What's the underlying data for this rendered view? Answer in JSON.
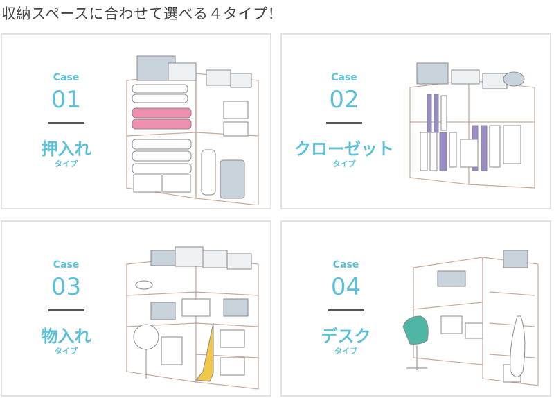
{
  "heading": "収納スペースに合わせて選べる４タイプ！",
  "cards": [
    {
      "case_label": "Case",
      "number": "01",
      "name": "押入れ",
      "sub": "タイプ",
      "illustration": "futon-closet-illustration"
    },
    {
      "case_label": "Case",
      "number": "02",
      "name": "クローゼット",
      "sub": "タイプ",
      "illustration": "wardrobe-closet-illustration"
    },
    {
      "case_label": "Case",
      "number": "03",
      "name": "物入れ",
      "sub": "タイプ",
      "illustration": "storage-room-illustration"
    },
    {
      "case_label": "Case",
      "number": "04",
      "name": "デスク",
      "sub": "タイプ",
      "illustration": "desk-area-illustration"
    }
  ],
  "colors": {
    "accent": "#5ec0d8",
    "rule": "#555555",
    "border": "#e2e2e2",
    "futon_pink": "#ef8fb0",
    "hanger_purple": "#9a8cc8",
    "box_gray": "#c9d3dc",
    "vacuum_yellow": "#f2c84a",
    "chair_teal": "#4fb6a6"
  }
}
